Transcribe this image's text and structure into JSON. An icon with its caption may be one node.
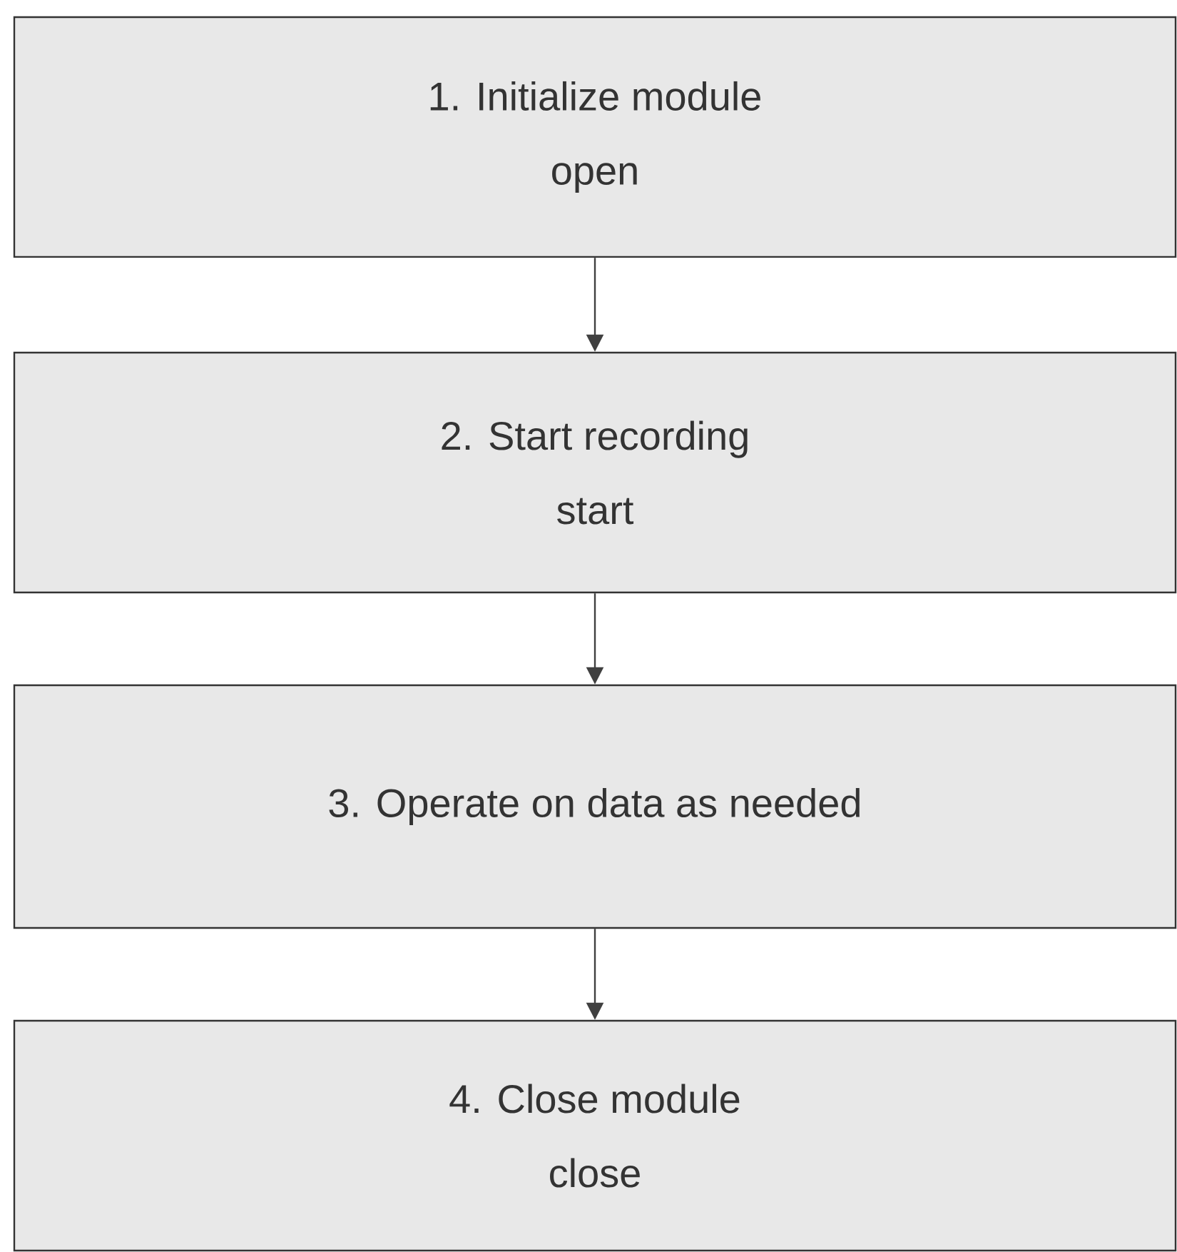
{
  "diagram": {
    "nodes": [
      {
        "text": [
          "1.   Initialize module",
          "open"
        ]
      },
      {
        "text": [
          "2. Start recording",
          "start"
        ]
      },
      {
        "text": [
          "3. Operate on data as needed"
        ]
      },
      {
        "text": [
          "4. Close module",
          "close"
        ]
      }
    ],
    "edges": [
      {
        "from": 0,
        "to": 1,
        "arrow": "to"
      },
      {
        "from": 1,
        "to": 2,
        "arrow": "to"
      },
      {
        "from": 2,
        "to": 3,
        "arrow": "to"
      }
    ]
  }
}
